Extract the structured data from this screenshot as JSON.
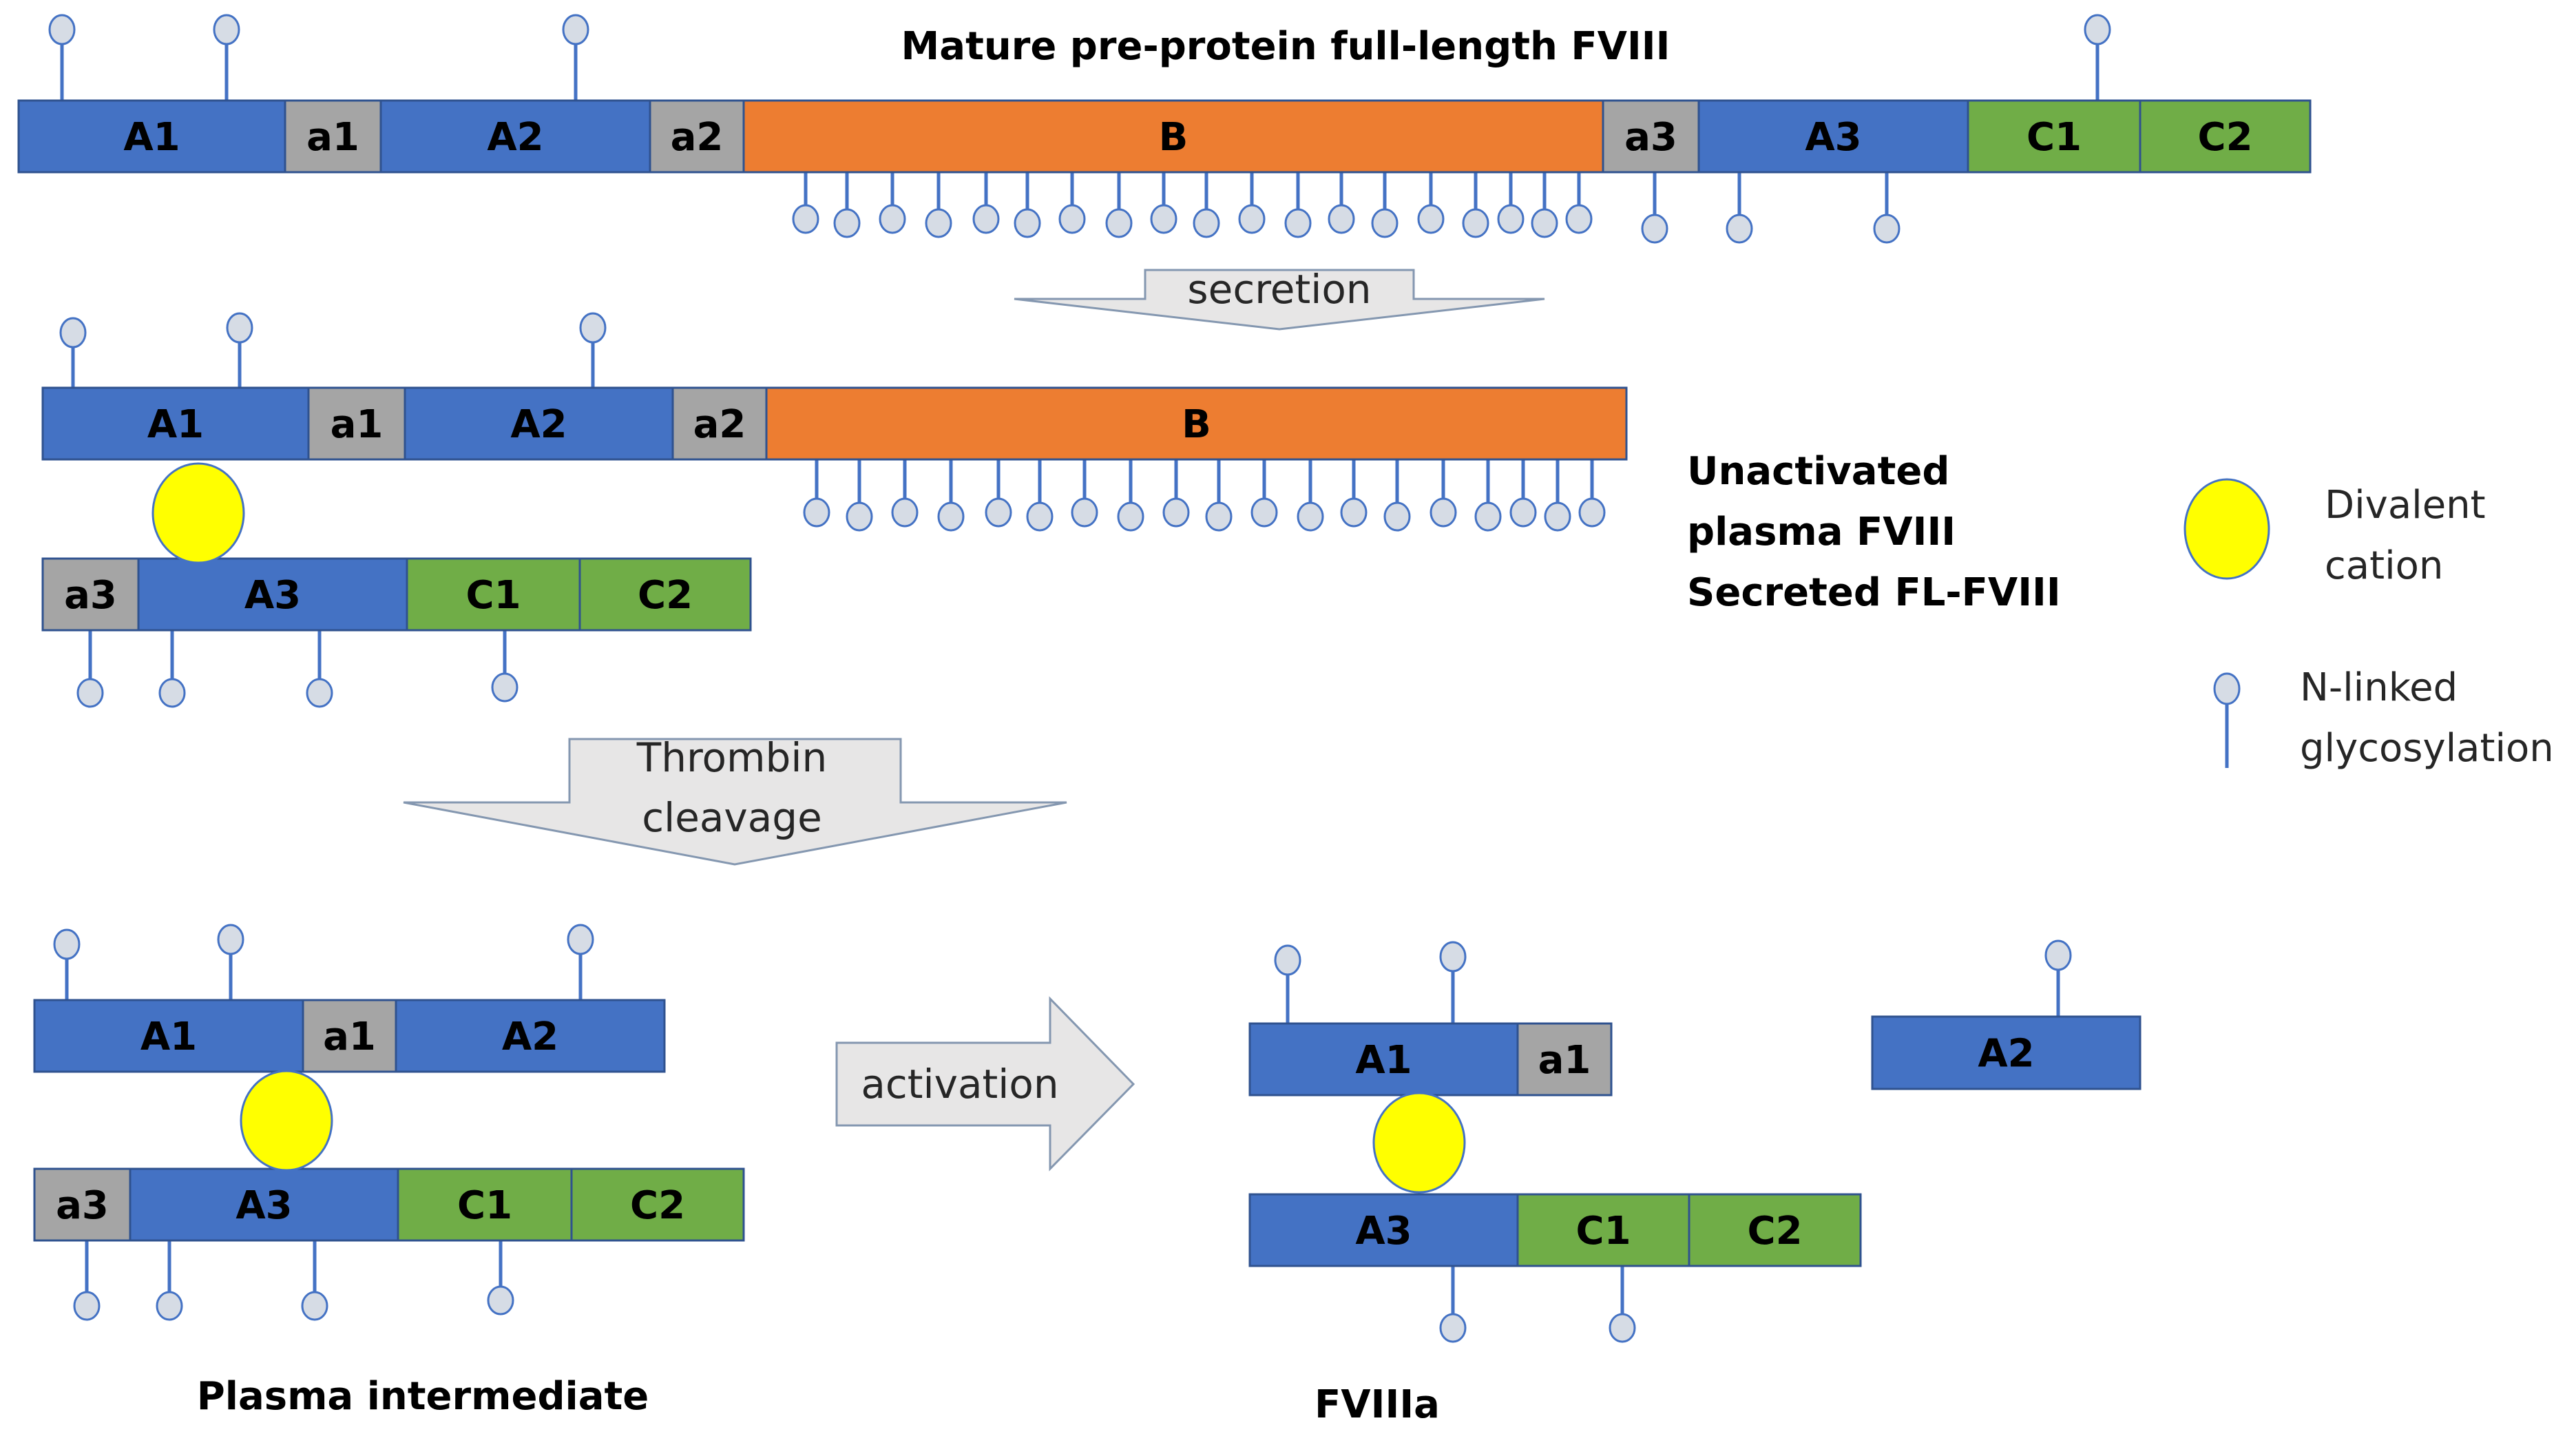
{
  "title": "Mature pre-protein full-length FVIII",
  "colors": {
    "a_domain": "#4472C4",
    "acidic": "#A5A5A5",
    "b_domain": "#ED7D31",
    "c_domain": "#70AD47",
    "cation": "#FFFF00",
    "glycan": "#D6DCE5",
    "stem": "#4472C4",
    "arrow_fill": "#E7E6E6",
    "arrow_stroke": "#8497B0"
  },
  "domains": {
    "A1": "A1",
    "a1": "a1",
    "A2": "A2",
    "a2": "a2",
    "B": "B",
    "a3": "a3",
    "A3": "A3",
    "C1": "C1",
    "C2": "C2"
  },
  "steps": {
    "secretion": "secretion",
    "thrombin_line1": "Thrombin",
    "thrombin_line2": "cleavage",
    "activation": "activation"
  },
  "labels": {
    "unactivated_1": "Unactivated",
    "unactivated_2": "plasma FVIII",
    "unactivated_3": "Secreted FL-FVIII",
    "plasma_intermediate": "Plasma intermediate",
    "fviiia": "FVIIIa"
  },
  "legend": {
    "cation_1": "Divalent",
    "cation_2": "cation",
    "glyco_1": "N-linked",
    "glyco_2": "glycosylation",
    "cation_icon": "yellow-circle-icon",
    "glyco_icon": "lollipop-icon"
  }
}
